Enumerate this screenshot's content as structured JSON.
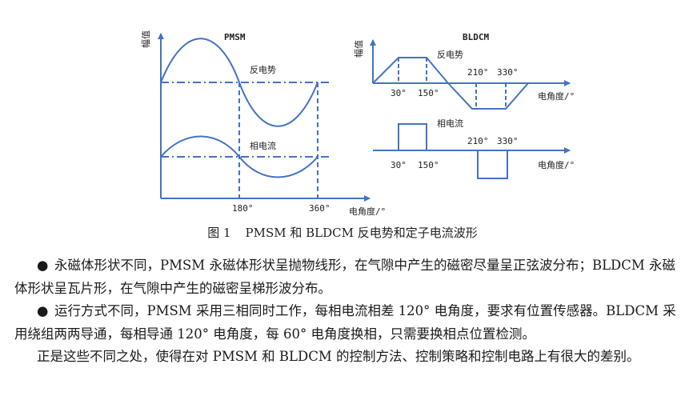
{
  "figure": {
    "pmsm": {
      "title": "PMSM",
      "ylabel": "幅值",
      "back_emf_label": "反电势",
      "current_label": "相电流",
      "tick_180": "180°",
      "tick_360": "360°",
      "xlabel": "电角度/°"
    },
    "bldcm": {
      "title": "BLDCM",
      "ylabel": "幅值",
      "back_emf_label": "反电势",
      "current_label": "相电流",
      "ticks_top": [
        "30°",
        "150°",
        "210°",
        "330°"
      ],
      "ticks_bottom": [
        "30°",
        "150°",
        "210°",
        "330°"
      ],
      "xlabel_top": "电角度/°",
      "xlabel_bottom": "电角度/°"
    },
    "caption_number": "图 1",
    "caption_text": "PMSM 和 BLDCM 反电势和定子电流波形"
  },
  "paragraphs": {
    "p1": "永磁体形状不同，PMSM 永磁体形状呈抛物线形，在气隙中产生的磁密尽量呈正弦波分布；BLDCM 永磁体形状呈瓦片形，在气隙中产生的磁密呈梯形波分布。",
    "p2": "运行方式不同，PMSM 采用三相同时工作，每相电流相差 120° 电角度，要求有位置传感器。BLDCM 采用绕组两两导通，每相导通 120° 电角度，每 60° 电角度换相，只需要换相点位置检测。",
    "p3": "正是这些不同之处，使得在对 PMSM 和 BLDCM 的控制方法、控制策略和控制电路上有很大的差别。"
  },
  "colors": {
    "waveform": "#4472c4",
    "text": "#1a1a1a"
  }
}
